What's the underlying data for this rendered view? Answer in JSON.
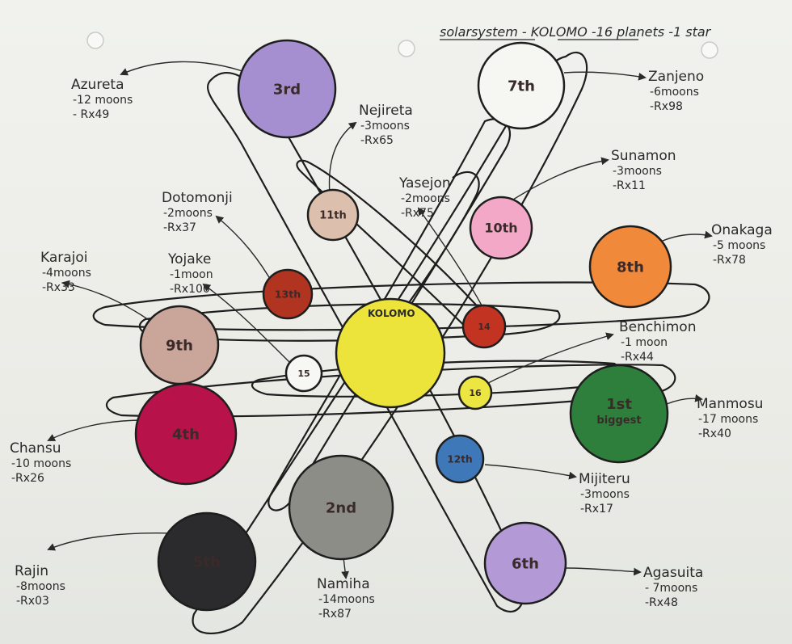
{
  "header": {
    "title": "solarsystem - KOLOMO -16 planets -1 star"
  },
  "star": {
    "name": "KOLOMO",
    "color": "#ece43a"
  },
  "planets": [
    {
      "id": "p1",
      "rank": "1st",
      "rank2": "biggest",
      "name": "Manmosu",
      "moons": "-17 moons",
      "rx": "-Rx40",
      "color": "#2f7f3c"
    },
    {
      "id": "p2",
      "rank": "2nd",
      "name": "Namiha",
      "moons": "-14moons",
      "rx": "-Rx87",
      "color": "#8d8d88"
    },
    {
      "id": "p3",
      "rank": "3rd",
      "name": "Azureta",
      "moons": "-12 moons",
      "rx": "- Rx49",
      "color": "#a58fd0"
    },
    {
      "id": "p4",
      "rank": "4th",
      "name": "Chansu",
      "moons": "-10 moons",
      "rx": "-Rx26",
      "color": "#b8124a"
    },
    {
      "id": "p5",
      "rank": "5th",
      "name": "Rajin",
      "moons": "-8moons",
      "rx": "-Rx03",
      "color": "#2b2b2d"
    },
    {
      "id": "p6",
      "rank": "6th",
      "name": "Agasuita",
      "moons": "- 7moons",
      "rx": "-Rx48",
      "color": "#b39ad6"
    },
    {
      "id": "p7",
      "rank": "7th",
      "name": "Zanjeno",
      "moons": "-6moons",
      "rx": "-Rx98",
      "color": "#f6f6f2"
    },
    {
      "id": "p8",
      "rank": "8th",
      "name": "Onakaga",
      "moons": "-5 moons",
      "rx": "-Rx78",
      "color": "#f08a3a"
    },
    {
      "id": "p9",
      "rank": "9th",
      "name": "Karajoi",
      "moons": "-4moons",
      "rx": "-Rx33",
      "color": "#c9a59a"
    },
    {
      "id": "p10",
      "rank": "10th",
      "name": "Sunamon",
      "moons": "-3moons",
      "rx": "-Rx11",
      "color": "#f3a8c8"
    },
    {
      "id": "p11",
      "rank": "11th",
      "name": "Nejireta",
      "moons": "-3moons",
      "rx": "-Rx65",
      "color": "#dcc0ad"
    },
    {
      "id": "p12",
      "rank": "12th",
      "name": "Mijiteru",
      "moons": "-3moons",
      "rx": "-Rx17",
      "color": "#3e78b8"
    },
    {
      "id": "p13",
      "rank": "13th",
      "name": "Dotomonji",
      "moons": "-2moons",
      "rx": "-Rx37",
      "color": "#b03420"
    },
    {
      "id": "p14",
      "rank": "14",
      "name": "Yasejon",
      "moons": "-2moons",
      "rx": "-Rx75",
      "color": "#c23322"
    },
    {
      "id": "p15",
      "rank": "15",
      "name": "Yojake",
      "moons": "-1moon",
      "rx": "-Rx100",
      "color": "#f7f7f3"
    },
    {
      "id": "p16",
      "rank": "16",
      "name": "Benchimon",
      "moons": "-1 moon",
      "rx": "-Rx44",
      "color": "#ece642"
    }
  ]
}
